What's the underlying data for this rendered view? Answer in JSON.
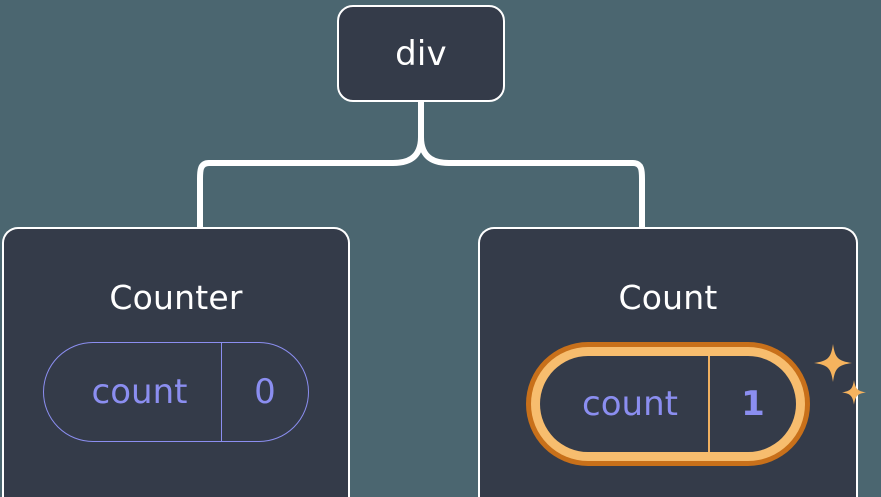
{
  "diagram": {
    "type": "component-tree",
    "background_color": "#4b6670",
    "node_fill_color": "#343b49",
    "node_border_color": "#ffffff",
    "connector_color": "#ffffff",
    "state_color": "#8b8ef0",
    "highlight_outer_color": "#c8701a",
    "highlight_inner_color": "#f7bd6e",
    "highlight_divider_color": "#f0b060",
    "sparkle_color": "#f5b35e"
  },
  "root": {
    "label": "div"
  },
  "children": [
    {
      "title": "Counter",
      "state": {
        "key": "count",
        "value": "0"
      },
      "highlighted": false
    },
    {
      "title": "Count",
      "state": {
        "key": "count",
        "value": "1"
      },
      "highlighted": true,
      "sparkle_icons": [
        "sparkle-large",
        "sparkle-small"
      ]
    }
  ]
}
